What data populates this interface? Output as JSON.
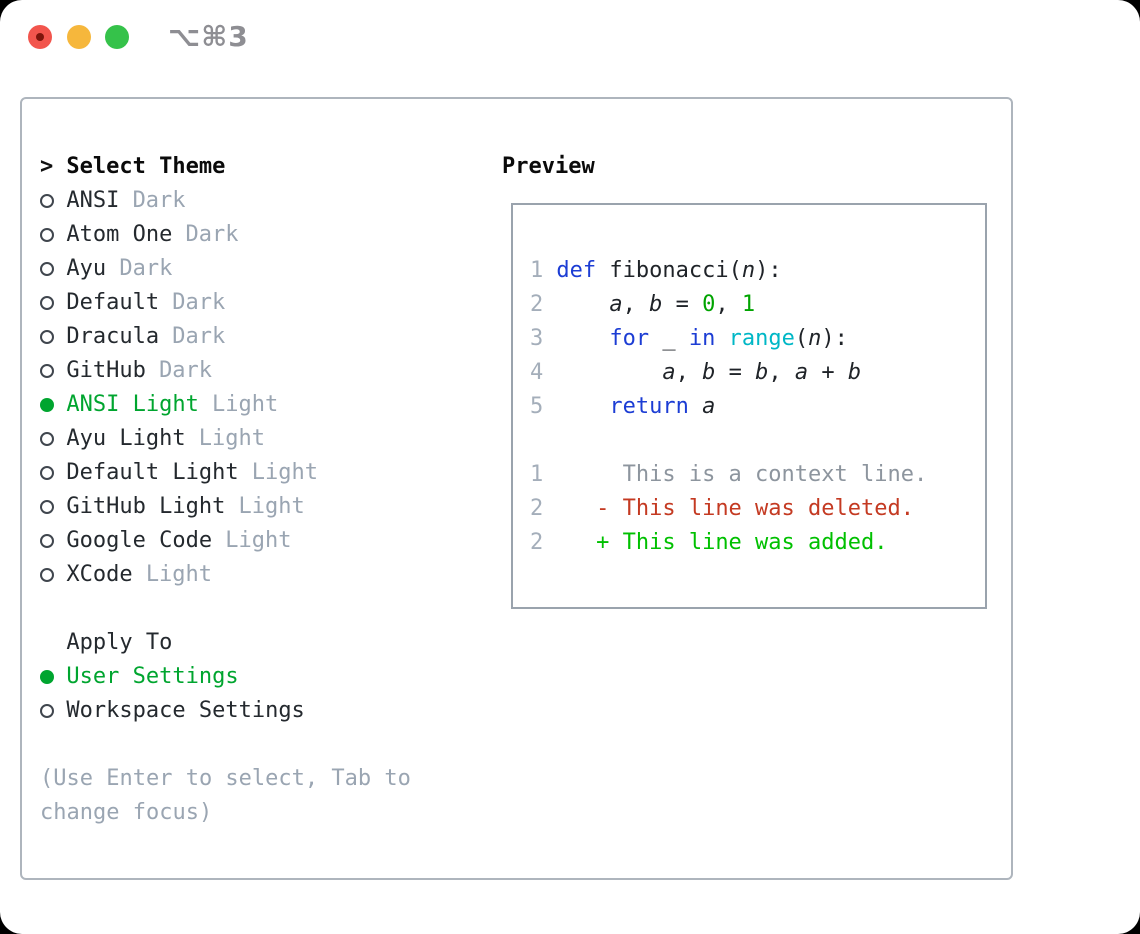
{
  "window": {
    "shortcut_label": "⌥⌘3",
    "traffic_lights": [
      "close",
      "minimize",
      "zoom"
    ]
  },
  "theme_picker": {
    "title_prefix": ">",
    "title": "Select Theme",
    "themes": [
      {
        "name": "ANSI",
        "badge": "Dark",
        "selected": false
      },
      {
        "name": "Atom One",
        "badge": "Dark",
        "selected": false
      },
      {
        "name": "Ayu",
        "badge": "Dark",
        "selected": false
      },
      {
        "name": "Default",
        "badge": "Dark",
        "selected": false
      },
      {
        "name": "Dracula",
        "badge": "Dark",
        "selected": false
      },
      {
        "name": "GitHub",
        "badge": "Dark",
        "selected": false
      },
      {
        "name": "ANSI Light",
        "badge": "Light",
        "selected": true
      },
      {
        "name": "Ayu Light",
        "badge": "Light",
        "selected": false
      },
      {
        "name": "Default Light",
        "badge": "Light",
        "selected": false
      },
      {
        "name": "GitHub Light",
        "badge": "Light",
        "selected": false
      },
      {
        "name": "Google Code",
        "badge": "Light",
        "selected": false
      },
      {
        "name": "XCode",
        "badge": "Light",
        "selected": false
      }
    ],
    "apply_to": {
      "title": "Apply To",
      "options": [
        {
          "name": "User Settings",
          "selected": true
        },
        {
          "name": "Workspace Settings",
          "selected": false
        }
      ]
    },
    "hint": "(Use Enter to select, Tab to change focus)"
  },
  "preview": {
    "title": "Preview",
    "code_lines": [
      {
        "num": "1",
        "tokens": [
          {
            "t": "def",
            "c": "keyword"
          },
          {
            "t": " fibonacci(",
            "c": "plain"
          },
          {
            "t": "n",
            "c": "var"
          },
          {
            "t": "):",
            "c": "plain"
          }
        ]
      },
      {
        "num": "2",
        "tokens": [
          {
            "t": "    ",
            "c": "plain"
          },
          {
            "t": "a",
            "c": "var"
          },
          {
            "t": ", ",
            "c": "plain"
          },
          {
            "t": "b",
            "c": "var"
          },
          {
            "t": " = ",
            "c": "plain"
          },
          {
            "t": "0",
            "c": "number"
          },
          {
            "t": ", ",
            "c": "plain"
          },
          {
            "t": "1",
            "c": "number"
          }
        ]
      },
      {
        "num": "3",
        "tokens": [
          {
            "t": "    ",
            "c": "plain"
          },
          {
            "t": "for",
            "c": "keyword"
          },
          {
            "t": " _ ",
            "c": "plain"
          },
          {
            "t": "in",
            "c": "keyword"
          },
          {
            "t": " ",
            "c": "plain"
          },
          {
            "t": "range",
            "c": "builtin"
          },
          {
            "t": "(",
            "c": "plain"
          },
          {
            "t": "n",
            "c": "var"
          },
          {
            "t": "):",
            "c": "plain"
          }
        ]
      },
      {
        "num": "4",
        "tokens": [
          {
            "t": "        ",
            "c": "plain"
          },
          {
            "t": "a",
            "c": "var"
          },
          {
            "t": ", ",
            "c": "plain"
          },
          {
            "t": "b",
            "c": "var"
          },
          {
            "t": " = ",
            "c": "plain"
          },
          {
            "t": "b",
            "c": "var"
          },
          {
            "t": ", ",
            "c": "plain"
          },
          {
            "t": "a",
            "c": "var"
          },
          {
            "t": " + ",
            "c": "plain"
          },
          {
            "t": "b",
            "c": "var"
          }
        ]
      },
      {
        "num": "5",
        "tokens": [
          {
            "t": "    ",
            "c": "plain"
          },
          {
            "t": "return",
            "c": "keyword"
          },
          {
            "t": " ",
            "c": "plain"
          },
          {
            "t": "a",
            "c": "var"
          }
        ]
      },
      {
        "num": "",
        "tokens": []
      },
      {
        "num": "1",
        "tokens": [
          {
            "t": "     This is a context line.",
            "c": "context"
          }
        ]
      },
      {
        "num": "2",
        "tokens": [
          {
            "t": "   - This line was deleted.",
            "c": "deleted"
          }
        ]
      },
      {
        "num": "2",
        "tokens": [
          {
            "t": "   + This line was added.",
            "c": "added"
          }
        ]
      }
    ]
  },
  "colors": {
    "selection_green": "#00a52f",
    "keyword_blue": "#1c3dd4",
    "builtin_cyan": "#00b7c6",
    "number_green": "#00a400",
    "diff_red": "#c43a22",
    "diff_green": "#00c000",
    "muted_gray": "#9aa5b2",
    "line_number_gray": "#a4aeba",
    "panel_border": "#aeb5bd",
    "preview_border": "#9aa3ad",
    "traffic_red": "#f2554d",
    "traffic_yellow": "#f6b73c",
    "traffic_green": "#35c24a"
  }
}
